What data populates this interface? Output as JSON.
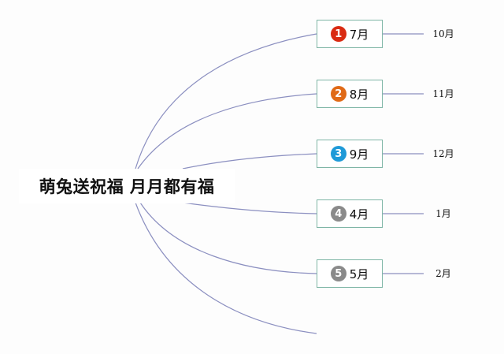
{
  "root": {
    "title": "萌兔送祝福 月月都有福"
  },
  "colors": {
    "line": "#8b8fc0",
    "box_border": "#7fb6a6"
  },
  "branches": [
    {
      "number": "1",
      "label": "7月",
      "leaf": "10月",
      "badge_color": "#d92b12"
    },
    {
      "number": "2",
      "label": "8月",
      "leaf": "11月",
      "badge_color": "#e06a17"
    },
    {
      "number": "3",
      "label": "9月",
      "leaf": "12月",
      "badge_color": "#1f9ad8"
    },
    {
      "number": "4",
      "label": "4月",
      "leaf": "1月",
      "badge_color": "#8a8a8a"
    },
    {
      "number": "5",
      "label": "5月",
      "leaf": "2月",
      "badge_color": "#8a8a8a"
    }
  ]
}
